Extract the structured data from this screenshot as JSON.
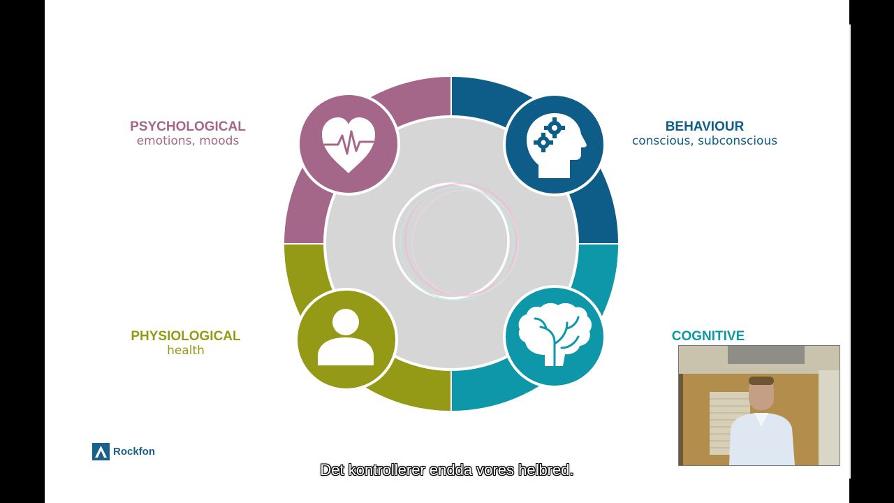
{
  "segments": {
    "psychological": {
      "title": "PSYCHOLOGICAL",
      "subtitle": "emotions, moods",
      "color": "#a4678a",
      "icon": "heart-pulse-icon"
    },
    "behaviour": {
      "title": "BEHAVIOUR",
      "subtitle": "conscious, subconscious",
      "color": "#0e5d88",
      "icon": "head-gears-icon"
    },
    "physiological": {
      "title": "PHYSIOLOGICAL",
      "subtitle": "health",
      "color": "#949a16",
      "icon": "person-icon"
    },
    "cognitive": {
      "title": "COGNITIVE",
      "subtitle": "mind, r",
      "color": "#0e97a8",
      "icon": "brain-icon"
    }
  },
  "brand": {
    "name": "Rockfon",
    "color": "#17618c"
  },
  "subtitle_caption": "Det kontrollerer endda vores helbred."
}
